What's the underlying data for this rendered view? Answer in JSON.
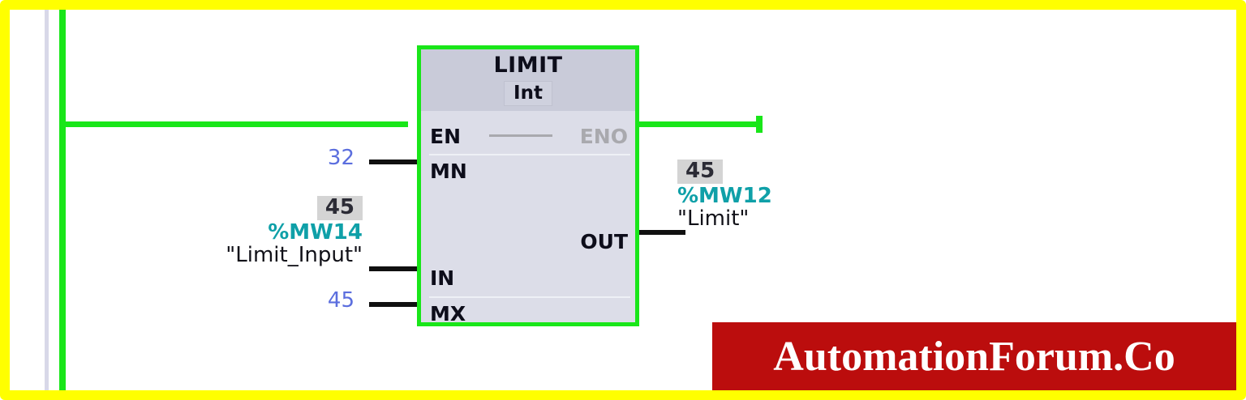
{
  "editor": {
    "network_type": "ladder-logic-network",
    "rail_color": "#19e619",
    "frame_color": "#ffff00",
    "gutter_color": "#d8d8e8"
  },
  "block": {
    "title": "LIMIT",
    "data_type": "Int",
    "border_color": "#19e619",
    "header_color": "#c9cbd9",
    "body_color": "#dcdde8",
    "pins": {
      "en": "EN",
      "eno": "ENO",
      "mn": "MN",
      "in": "IN",
      "mx": "MX",
      "out": "OUT"
    }
  },
  "operands": {
    "mn": {
      "constant": "32"
    },
    "in": {
      "monitor_value": "45",
      "address": "%MW14",
      "symbol": "\"Limit_Input\""
    },
    "mx": {
      "constant": "45"
    },
    "out": {
      "monitor_value": "45",
      "address": "%MW12",
      "symbol": "\"Limit\""
    }
  },
  "watermark": {
    "text": "AutomationForum.Co",
    "background": "#bb0d0d",
    "color": "#ffffff"
  }
}
